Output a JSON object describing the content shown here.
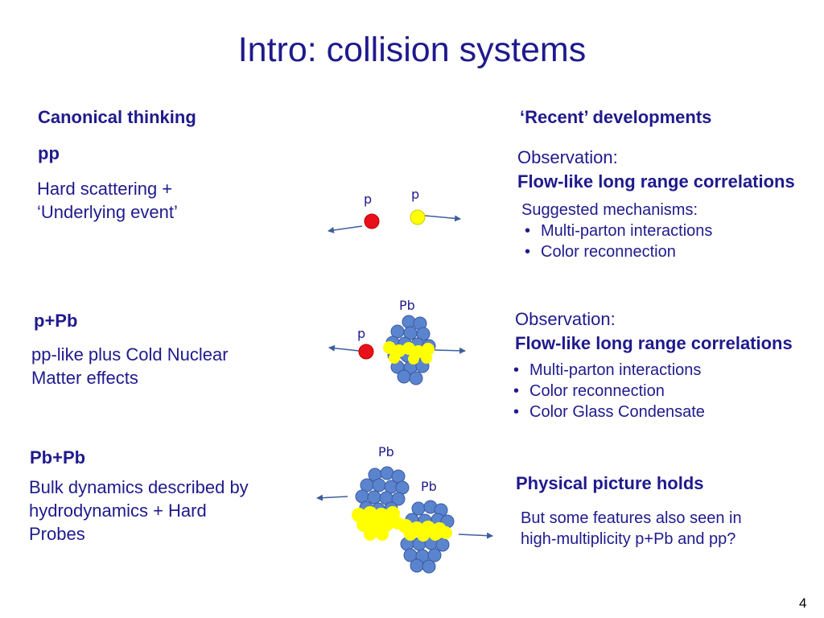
{
  "title": "Intro: collision systems",
  "left_header": "Canonical thinking",
  "right_header": "‘Recent’ developments",
  "rows": {
    "pp": {
      "system": "pp",
      "description": "Hard scattering + ‘Underlying event’",
      "observation_label": "Observation:",
      "observation_text": "Flow-like long range correlations",
      "mechanisms_title": "Suggested mechanisms:",
      "mechanisms": [
        "Multi-parton interactions",
        "Color reconnection"
      ],
      "labels": [
        "p",
        "p"
      ]
    },
    "pPb": {
      "system": "p+Pb",
      "description": "pp-like plus Cold Nuclear Matter effects",
      "observation_label": "Observation:",
      "observation_text": "Flow-like long range correlations",
      "mechanisms": [
        "Multi-parton interactions",
        "Color reconnection",
        "Color Glass Condensate"
      ],
      "labels": [
        "Pb",
        "p"
      ]
    },
    "PbPb": {
      "system": "Pb+Pb",
      "description": "Bulk dynamics described by hydrodynamics + Hard Probes",
      "conclusion": "Physical picture holds",
      "note": "But some features also seen in high-multiplicity p+Pb and pp?",
      "labels": [
        "Pb",
        "Pb"
      ]
    }
  },
  "page_number": "4",
  "colors": {
    "text": "#1f1a8c",
    "proton_red": "#e8101a",
    "proton_yellow": "#ffff00",
    "nucleon_blue": "#5b84cf",
    "arrow": "#3d5e9e"
  }
}
